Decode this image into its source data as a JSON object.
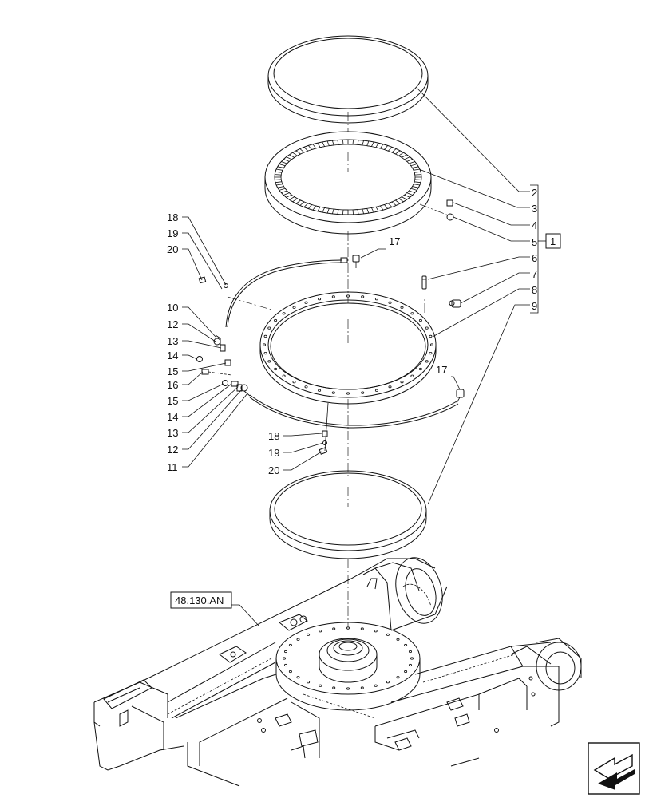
{
  "callouts": {
    "c2": "2",
    "c3": "3",
    "c4": "4",
    "c5": "5",
    "c6": "6",
    "c7": "7",
    "c8": "8",
    "c9": "9",
    "kit": "1",
    "l18": "18",
    "l19": "19",
    "l20": "20",
    "l10": "10",
    "l12": "12",
    "l13": "13",
    "l14": "14",
    "l15": "15",
    "l16": "16",
    "l15b": "15",
    "l14b": "14",
    "l13b": "13",
    "l12b": "12",
    "l11": "11",
    "t17": "17",
    "r17": "17",
    "b18": "18",
    "b19": "19",
    "b20": "20"
  },
  "reference": "48.130.AN",
  "icons": {
    "nav": "next-page-arrow-icon"
  }
}
